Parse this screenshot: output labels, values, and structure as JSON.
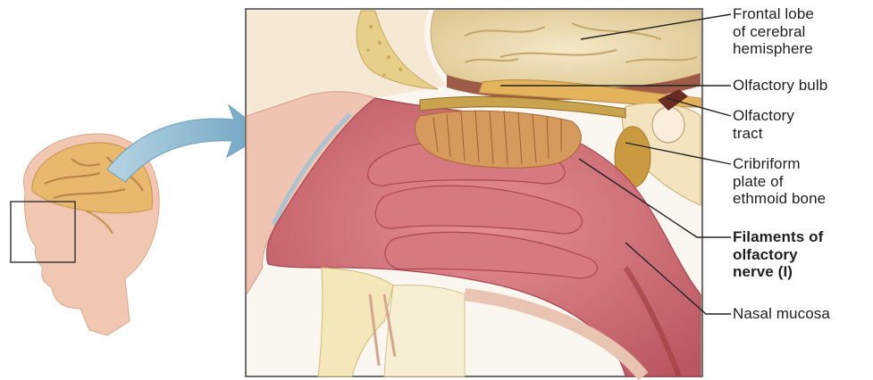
{
  "callouts": [
    {
      "name": "frontal-lobe",
      "lines": [
        "Frontal lobe",
        "of cerebral",
        "hemisphere"
      ],
      "bold": false
    },
    {
      "name": "olfactory-bulb",
      "lines": [
        "Olfactory bulb"
      ],
      "bold": false
    },
    {
      "name": "olfactory-tract",
      "lines": [
        "Olfactory",
        "tract"
      ],
      "bold": false
    },
    {
      "name": "cribriform-plate",
      "lines": [
        "Cribriform",
        "plate of",
        "ethmoid bone"
      ],
      "bold": false
    },
    {
      "name": "filaments-olfactory-nerve",
      "lines": [
        "Filaments of",
        "olfactory",
        "nerve (I)"
      ],
      "bold": true
    },
    {
      "name": "nasal-mucosa",
      "lines": [
        "Nasal mucosa"
      ],
      "bold": false
    }
  ],
  "colors": {
    "skin": "#f2c7b2",
    "brain": "#ecdcb1",
    "mucosa": "#cc6973",
    "nerve": "#d4a25c",
    "bone": "#e7cf8a",
    "arrow": "#8fb9d0",
    "ink": "#1f1f1f"
  }
}
